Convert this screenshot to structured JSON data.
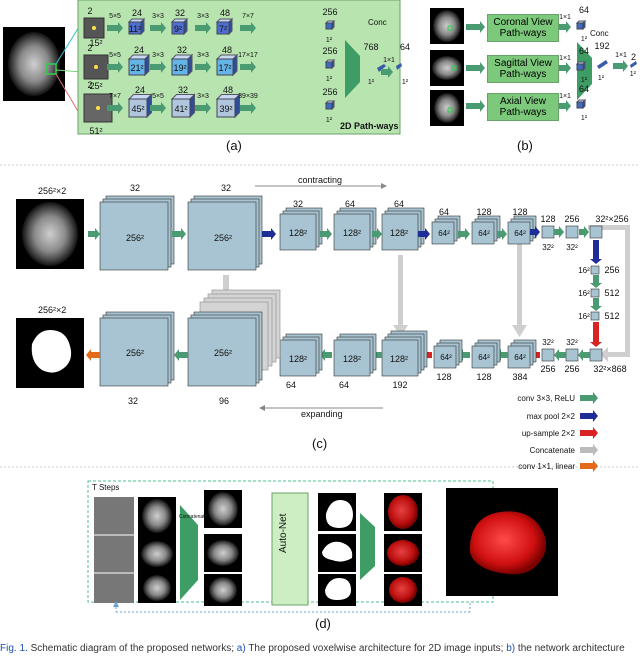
{
  "panel_a": {
    "label": "(a)",
    "footer": "2D Path-ways",
    "conc": "Conc",
    "rows": [
      {
        "input_size": "15²",
        "input_ch": "2",
        "steps": [
          {
            "op": "5×5",
            "ch": "24",
            "size": "11²"
          },
          {
            "op": "3×3",
            "ch": "32",
            "size": "9²"
          },
          {
            "op": "3×3",
            "ch": "48",
            "size": "7²"
          },
          {
            "op": "7×7",
            "ch": "256",
            "size": ""
          }
        ]
      },
      {
        "input_size": "25²",
        "input_ch": "2",
        "steps": [
          {
            "op": "5×5",
            "ch": "24",
            "size": "21²"
          },
          {
            "op": "3×3",
            "ch": "32",
            "size": "19²"
          },
          {
            "op": "3×3",
            "ch": "48",
            "size": "17²"
          },
          {
            "op": "17×17",
            "ch": "256",
            "size": ""
          }
        ]
      },
      {
        "input_size": "51²",
        "input_ch": "2",
        "steps": [
          {
            "op": "7×7",
            "ch": "24",
            "size": "45²"
          },
          {
            "op": "5×5",
            "ch": "32",
            "size": "41²"
          },
          {
            "op": "3×3",
            "ch": "48",
            "size": "39²"
          },
          {
            "op": "39×39",
            "ch": "256",
            "size": ""
          }
        ]
      }
    ],
    "after": {
      "ch1": "768",
      "op": "1×1",
      "ch2": "64",
      "s1": "1²",
      "s2": "1²"
    }
  },
  "panel_b": {
    "label": "(b)",
    "conc": "Conc",
    "views": [
      "Coronal View\nPath-ways",
      "Sagittal View\nPath-ways",
      "Axial View\nPath-ways"
    ],
    "op": "1×1",
    "ch_out": "64",
    "s": "1²",
    "ch_conc": "192",
    "ch_tail": "2"
  },
  "panel_c": {
    "label": "(c)",
    "input_label": "256²×2",
    "output_label": "256²×2",
    "contracting": "contracting",
    "expanding": "expanding",
    "top_channels": [
      "32",
      "32",
      "32",
      "64",
      "64",
      "64",
      "128",
      "128",
      "128",
      "256",
      "32²×256"
    ],
    "top_sizes": [
      "256²",
      "256²",
      "128²",
      "128²",
      "128²",
      "64²",
      "64²",
      "64²",
      "32²",
      "32²"
    ],
    "bottom_channels": [
      "32",
      "96",
      "64",
      "64",
      "192",
      "128",
      "128",
      "384",
      "256",
      "256",
      "32²×868"
    ],
    "bottom_sizes": [
      "256²",
      "256²",
      "128²",
      "128²",
      "128²",
      "64²",
      "64²",
      "64²",
      "32²",
      "32²"
    ],
    "side": [
      {
        "size": "16²",
        "ch": "256"
      },
      {
        "size": "16²",
        "ch": "512"
      },
      {
        "size": "16²",
        "ch": "512"
      }
    ],
    "legend": [
      {
        "label": "conv 3×3, ReLU",
        "color": "#4a9a72"
      },
      {
        "label": "max pool 2×2",
        "color": "#1f2e96"
      },
      {
        "label": "up-sample 2×2",
        "color": "#d92222"
      },
      {
        "label": "Concatenate",
        "color": "#bbbbbb"
      },
      {
        "label": "conv 1×1, linear",
        "color": "#e36a1a"
      }
    ]
  },
  "panel_d": {
    "label": "(d)",
    "tsteps": "T Steps",
    "concatenate": "Concatenate",
    "autonet": "Auto-Net"
  },
  "caption": {
    "prefix": "Fig. 1.",
    "body": "Schematic diagram of the proposed networks;",
    "a": "a)",
    "a_text": "The proposed voxelwise architecture for 2D image inputs;",
    "b": "b)",
    "b_text": "the network architecture"
  },
  "colors": {
    "green": "#4a9a72",
    "navy": "#1f2e96",
    "red": "#d92222",
    "gray": "#bbbbbb",
    "orange": "#e36a1a",
    "block": "#a8c3d2",
    "pwbg": "#b8e4b0"
  }
}
